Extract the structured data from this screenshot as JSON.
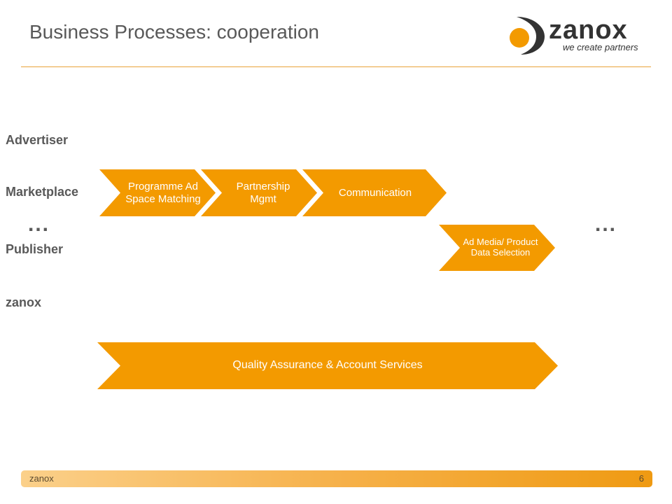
{
  "title": "Business Processes: cooperation",
  "logo": {
    "name": "zanox",
    "tagline": "we create partners"
  },
  "roles": {
    "advertiser": "Advertiser",
    "marketplace": "Marketplace",
    "publisher": "Publisher",
    "zanox": "zanox"
  },
  "ellipsis": "...",
  "process_steps": {
    "programme_matching": "Programme Ad Space Matching",
    "partnership_mgmt": "Partnership Mgmt",
    "communication": "Communication",
    "ad_media_selection": "Ad Media/ Product Data Selection",
    "quality_assurance": "Quality Assurance & Account Services"
  },
  "footer": {
    "label": "zanox",
    "page": "6"
  },
  "colors": {
    "accent": "#f39a00",
    "text": "#595959",
    "rule": "#e9a33a"
  }
}
